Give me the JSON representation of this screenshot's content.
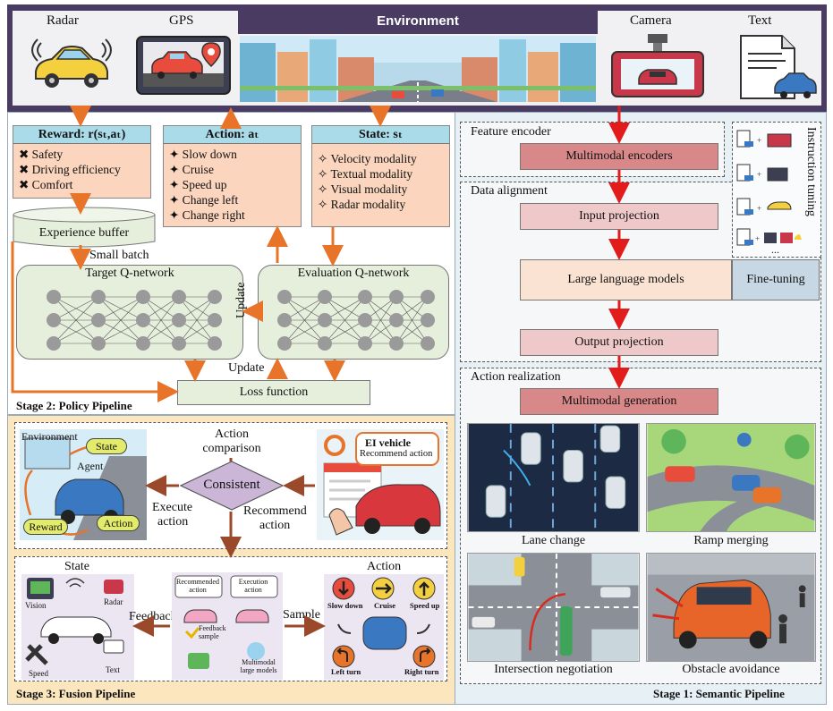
{
  "top_bar": {
    "radar": "Radar",
    "gps": "GPS",
    "environment": "Environment",
    "camera": "Camera",
    "text": "Text"
  },
  "stage2": {
    "caption": "Stage 2: Policy Pipeline",
    "reward": {
      "title": "Reward: r(sₜ,aₜ)",
      "items": [
        "✖ Safety",
        "✖ Driving efficiency",
        "✖ Comfort"
      ]
    },
    "action": {
      "title": "Action: aₜ",
      "items": [
        "✦ Slow down",
        "✦ Cruise",
        "✦ Speed up",
        "✦ Change left",
        "✦ Change right"
      ]
    },
    "state": {
      "title": "State: sₜ",
      "items": [
        "✧ Velocity modality",
        "✧ Textual modality",
        "✧ Visual modality",
        "✧ Radar modality"
      ]
    },
    "experience_buffer": "Experience buffer",
    "small_batch": "Small batch",
    "target_q": "Target Q-network",
    "evaluation_q": "Evaluation Q-network",
    "update_vertical": "Update",
    "update_bottom": "Update",
    "loss_function": "Loss function"
  },
  "stage1": {
    "caption": "Stage 1: Semantic Pipeline",
    "feature_encoder": "Feature encoder",
    "multimodal_encoders": "Multimodal encoders",
    "data_alignment": "Data alignment",
    "input_projection": "Input projection",
    "llm": "Large language models",
    "fine_tuning": "Fine-tuning",
    "instruction_tuning": "Instruction tuning",
    "ellipsis": "...",
    "output_projection": "Output projection",
    "action_realization": "Action realization",
    "multimodal_generation": "Multimodal generation",
    "scenarios": [
      "Lane change",
      "Ramp merging",
      "Intersection negotiation",
      "Obstacle avoidance"
    ]
  },
  "stage3": {
    "caption": "Stage 3: Fusion Pipeline",
    "environment": "Environment",
    "state_tag": "State",
    "agent": "Agent",
    "reward_tag": "Reward",
    "action_tag": "Action",
    "action_comparison_1": "Action",
    "action_comparison_2": "comparison",
    "consistent": "Consistent",
    "execute_1": "Execute",
    "execute_2": "action",
    "recommend_1": "Recommend",
    "recommend_2": "action",
    "ei_vehicle": "EI vehicle",
    "ei_recommend": "Recommend action",
    "state_title": "State",
    "action_title": "Action",
    "feedback": "Feedback",
    "sample": "Sample",
    "modalities": {
      "vision": "Vision",
      "radar": "Radar",
      "speed": "Speed",
      "text": "Text"
    },
    "recommended_action": "Recommended action",
    "execution_action": "Execution action",
    "feedback_sample": "Feedback sample",
    "mllm": "Multimodal large models",
    "actions": {
      "slow_down": "Slow down",
      "cruise": "Cruise",
      "speed_up": "Speed up",
      "left_turn": "Left turn",
      "right_turn": "Right turn"
    }
  },
  "colors": {
    "top_bar": "#4a3b62",
    "stage2_bg": "#ffffff",
    "stage1_bg": "#e7f0f5",
    "stage3_bg": "#fce6bd",
    "arrow_orange": "#e8742a",
    "arrow_red": "#e21b1b",
    "arrow_brown": "#9a4a2a",
    "header_blue": "#a9dbe9",
    "panel_peach": "#fbd5bd",
    "qnet_green": "#e6efdc",
    "encoder_pink": "#d9888a"
  }
}
